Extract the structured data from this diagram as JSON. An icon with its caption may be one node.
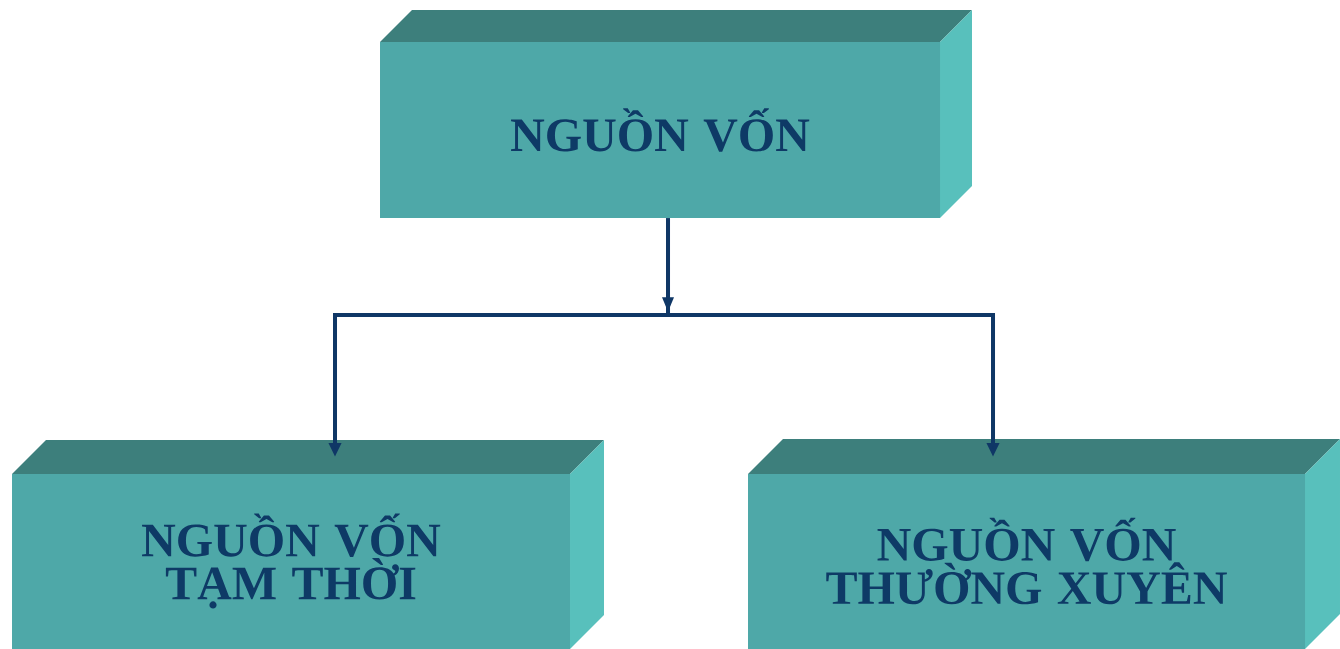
{
  "diagram": {
    "nodes": [
      {
        "text": [
          "NGUỒN VỐN"
        ]
      },
      {
        "text": [
          "NGUỒN VỐN TẠM THỜI"
        ]
      },
      {
        "text": [
          "NGUỒN VỐN THƯỜNG XUYÊN"
        ]
      }
    ],
    "edges": [
      {
        "from": 0,
        "to": 1,
        "arrow": "to"
      },
      {
        "from": 0,
        "to": 2,
        "arrow": "to"
      }
    ]
  }
}
